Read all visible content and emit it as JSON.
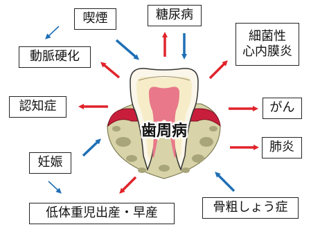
{
  "center": {
    "title": "歯周病"
  },
  "labels": {
    "smoking": "喫煙",
    "diabetes": "糖尿病",
    "endocarditis_line1": "細菌性",
    "endocarditis_line2": "心内膜炎",
    "arteriosclerosis": "動脈硬化",
    "dementia": "認知症",
    "cancer": "がん",
    "pregnancy": "妊娠",
    "pneumonia": "肺炎",
    "low_birth_weight": "低体重児出産・早産",
    "osteoporosis": "骨粗しょう症"
  },
  "colors": {
    "cause_arrow": "#1f6fb5",
    "effect_arrow": "#e0232b",
    "gum": "#c81e3c",
    "pulp": "#e8788a",
    "dentin": "#f6edc8",
    "bone": "#d8d3a8"
  }
}
